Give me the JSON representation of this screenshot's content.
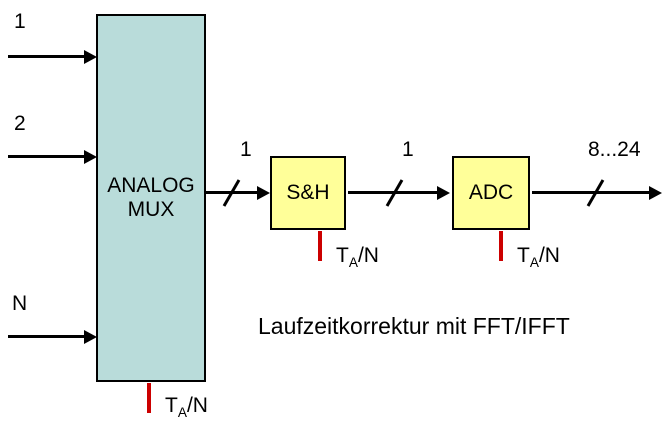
{
  "inputs": [
    {
      "label": "1"
    },
    {
      "label": "2"
    },
    {
      "label": "N"
    }
  ],
  "mux": {
    "line1": "ANALOG",
    "line2": "MUX"
  },
  "blocks": {
    "sh": "S&H",
    "adc": "ADC"
  },
  "bus": {
    "mux_out": "1",
    "sh_out": "1",
    "adc_out": "8...24"
  },
  "clock": {
    "base": "T",
    "sub": "A",
    "suffix": "/N"
  },
  "annotation": "Laufzeitkorrektur mit FFT/IFFT",
  "colors": {
    "mux_fill": "#b9dcda",
    "block_fill": "#ffff99",
    "clock_red": "#cc0000",
    "line_black": "#000000"
  }
}
